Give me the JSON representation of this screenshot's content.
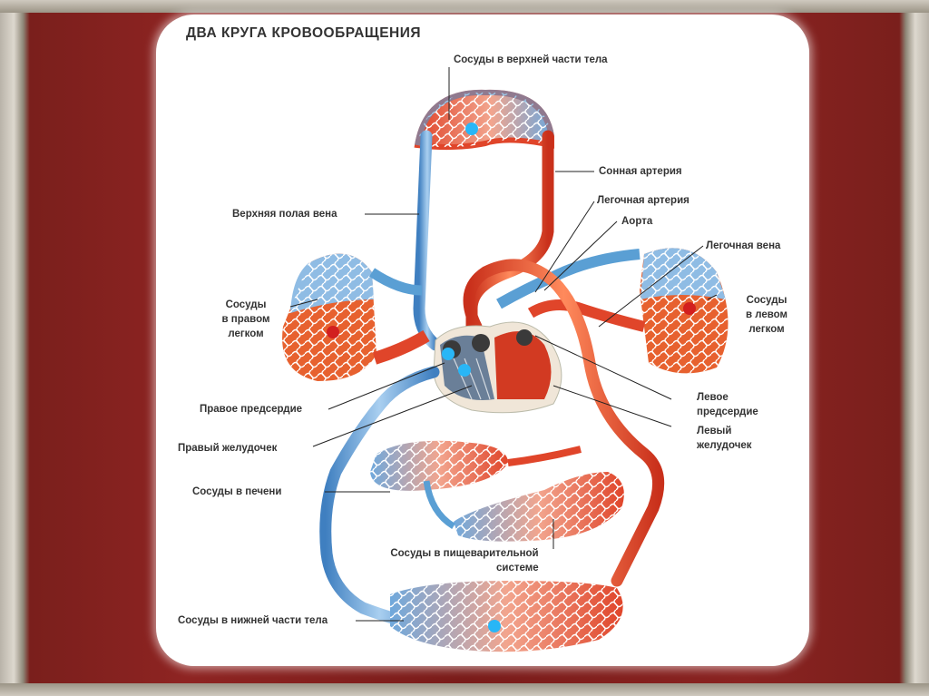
{
  "title": "ДВА КРУГА КРОВООБРАЩЕНИЯ",
  "labels": {
    "upper_body": "Сосуды в верхней части тела",
    "carotid": "Сонная артерия",
    "pulmonary_artery": "Легочная артерия",
    "aorta": "Аорта",
    "pulmonary_vein": "Легочная вена",
    "superior_vena_cava": "Верхняя полая вена",
    "right_lung_l1": "Сосуды",
    "right_lung_l2": "в правом",
    "right_lung_l3": "легком",
    "left_lung_l1": "Сосуды",
    "left_lung_l2": "в левом",
    "left_lung_l3": "легком",
    "right_atrium": "Правое предсердие",
    "right_ventricle": "Правый желудочек",
    "left_atrium_l1": "Левое",
    "left_atrium_l2": "предсердие",
    "left_ventricle_l1": "Левый",
    "left_ventricle_l2": "желудочек",
    "liver": "Сосуды в печени",
    "digestive_l1": "Сосуды в пищеварительной",
    "digestive_l2": "системе",
    "lower_body": "Сосуды в нижней части тела"
  },
  "colors": {
    "venous": "#5a9fd4",
    "arterial": "#e0452a",
    "card": "#ffffff",
    "background": "#8a2321"
  }
}
